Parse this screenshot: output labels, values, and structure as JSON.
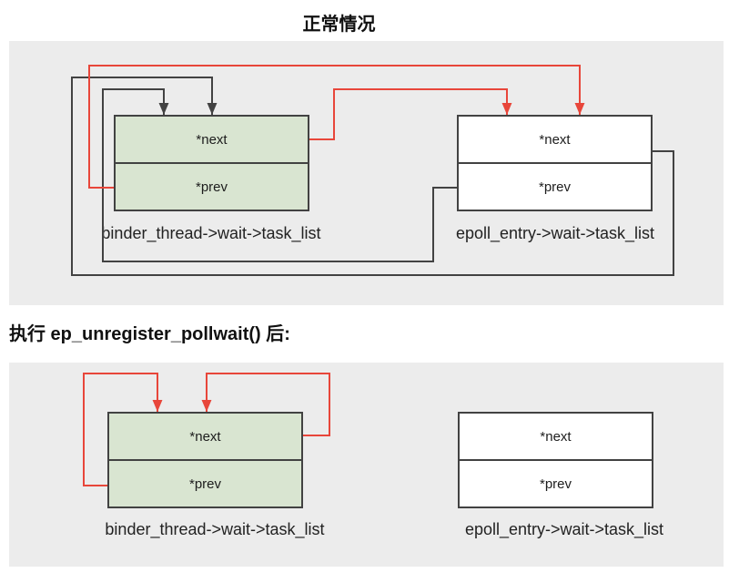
{
  "colors": {
    "panel_bg": "#ececec",
    "green_fill": "#d9e5d1",
    "white_fill": "#ffffff",
    "border": "#424242",
    "black_line": "#424242",
    "red_line": "#e8463a"
  },
  "sections": {
    "normal": {
      "title": "正常情况",
      "binder": {
        "label": "binder_thread->wait->task_list",
        "next": "*next",
        "prev": "*prev"
      },
      "epoll": {
        "label": "epoll_entry->wait->task_list",
        "next": "*next",
        "prev": "*prev"
      }
    },
    "after": {
      "title": "执行 ep_unregister_pollwait() 后:",
      "binder": {
        "label": "binder_thread->wait->task_list",
        "next": "*next",
        "prev": "*prev"
      },
      "epoll": {
        "label": "epoll_entry->wait->task_list",
        "next": "*next",
        "prev": "*prev"
      }
    }
  }
}
